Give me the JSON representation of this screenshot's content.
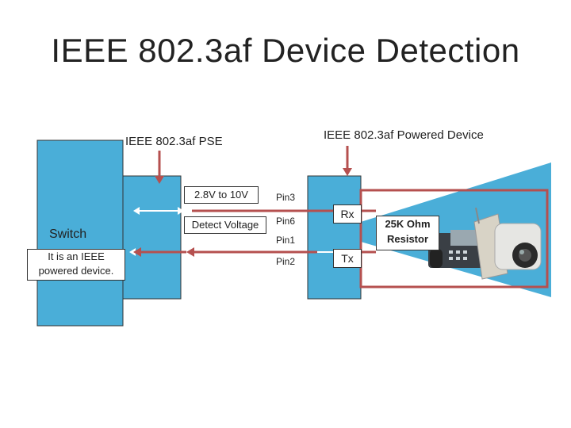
{
  "title": "IEEE 802.3af Device Detection",
  "labels": {
    "pse": "IEEE 802.3af PSE",
    "powered_device": "IEEE 802.3af Powered Device",
    "switch": "Switch",
    "switch_status": "It is an IEEE powered device.",
    "voltage_range": "2.8V to 10V",
    "detect_voltage": "Detect Voltage",
    "resistor": "25K Ohm Resistor",
    "rx": "Rx",
    "tx": "Tx"
  },
  "pins": [
    "Pin3",
    "Pin6",
    "Pin1",
    "Pin2"
  ],
  "colors": {
    "device_blue": "#4aaed8",
    "arrow_red": "#b5504f",
    "background": "#ffffff"
  }
}
